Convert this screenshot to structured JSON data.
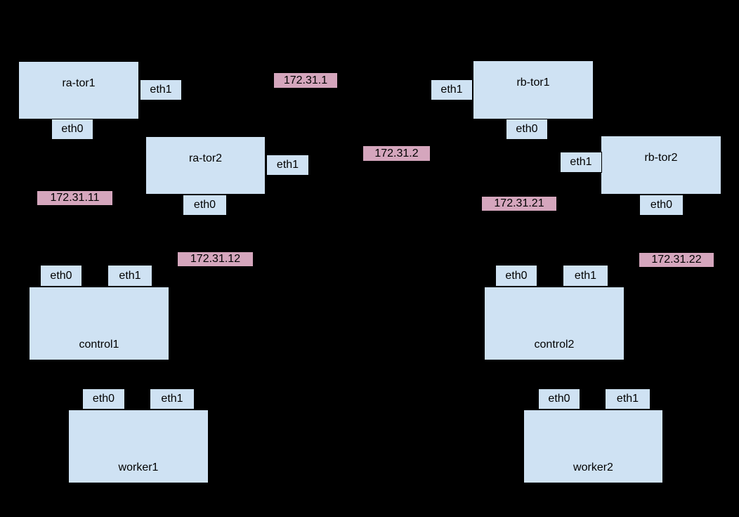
{
  "diagram": {
    "description": "Kubernetes lab network topology with two racks (ra/rb), each with two top-of-rack switches, a control node and a worker node",
    "colors": {
      "background": "#000000",
      "node_fill": "#cfe2f3",
      "node_border": "#000000",
      "ip_fill": "#d5a6bd",
      "text": "#000000"
    },
    "nodes": {
      "ra_tor1": {
        "label": "ra-tor1"
      },
      "ra_tor2": {
        "label": "ra-tor2"
      },
      "rb_tor1": {
        "label": "rb-tor1"
      },
      "rb_tor2": {
        "label": "rb-tor2"
      },
      "control1": {
        "label": "control1"
      },
      "control2": {
        "label": "control2"
      },
      "worker1": {
        "label": "worker1"
      },
      "worker2": {
        "label": "worker2"
      }
    },
    "port_labels": {
      "eth0": "eth0",
      "eth1": "eth1"
    },
    "ip_labels": {
      "ip1": "172.31.1",
      "ip2": "172.31.2",
      "ip11": "172.31.11",
      "ip12": "172.31.12",
      "ip21": "172.31.21",
      "ip22": "172.31.22"
    }
  }
}
